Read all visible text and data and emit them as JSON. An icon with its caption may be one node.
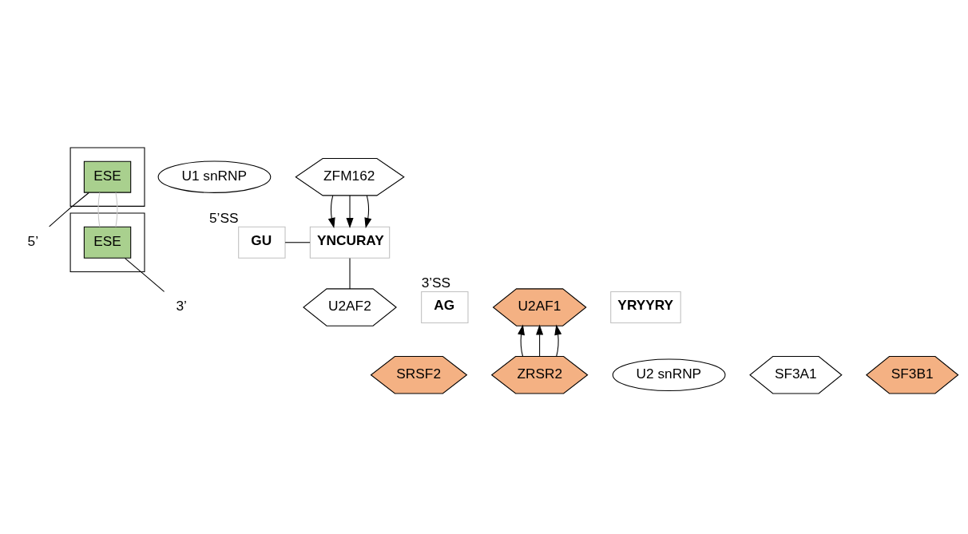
{
  "diagram": {
    "nodes": [
      {
        "text": [
          "5’"
        ]
      },
      {
        "text": [],
        "shape": "box"
      },
      {
        "text": [
          "ESE"
        ],
        "in": 1
      },
      {
        "text": [
          "U1 snRNP"
        ]
      },
      {
        "text": [
          "GU"
        ],
        "beside": [
          "5’SS"
        ]
      },
      {
        "text": [
          "ZFM162"
        ]
      },
      {
        "text": [
          "YNCURAY"
        ]
      },
      {
        "text": [
          "3’"
        ]
      },
      {
        "text": [],
        "shape": "box"
      },
      {
        "text": [
          "ESE"
        ],
        "in": 8
      },
      {
        "text": [
          "SRSF2"
        ]
      },
      {
        "text": [
          "AG"
        ],
        "beside": [
          "3’SS"
        ]
      },
      {
        "text": [
          "U2AF1"
        ]
      },
      {
        "text": [
          "YRYYRY"
        ]
      },
      {
        "text": [
          "U2AF2"
        ]
      },
      {
        "text": [
          "ZRSR2"
        ]
      },
      {
        "text": [
          "U2 snRNP"
        ]
      },
      {
        "text": [
          "SF3A1"
        ]
      },
      {
        "text": [
          "SF3B1"
        ]
      }
    ],
    "edges": [
      {
        "from": 0,
        "to": 2,
        "arrow": "none"
      },
      {
        "from": 4,
        "to": 6,
        "arrow": "none"
      },
      {
        "from": 5,
        "to": 6,
        "arrow": "to"
      },
      {
        "from": 5,
        "to": 6,
        "arrow": "to"
      },
      {
        "from": 5,
        "to": 6,
        "arrow": "to"
      },
      {
        "from": 6,
        "to": 14,
        "arrow": "none"
      },
      {
        "from": 2,
        "to": 9,
        "arrow": "none",
        "color": "#c8c8c8"
      },
      {
        "from": 2,
        "to": 9,
        "arrow": "none",
        "color": "#c8c8c8"
      },
      {
        "from": 7,
        "to": 9,
        "arrow": "none"
      },
      {
        "from": 15,
        "to": 12,
        "arrow": "to"
      },
      {
        "from": 15,
        "to": 12,
        "arrow": "to"
      },
      {
        "from": 15,
        "to": 12,
        "arrow": "to"
      }
    ]
  }
}
